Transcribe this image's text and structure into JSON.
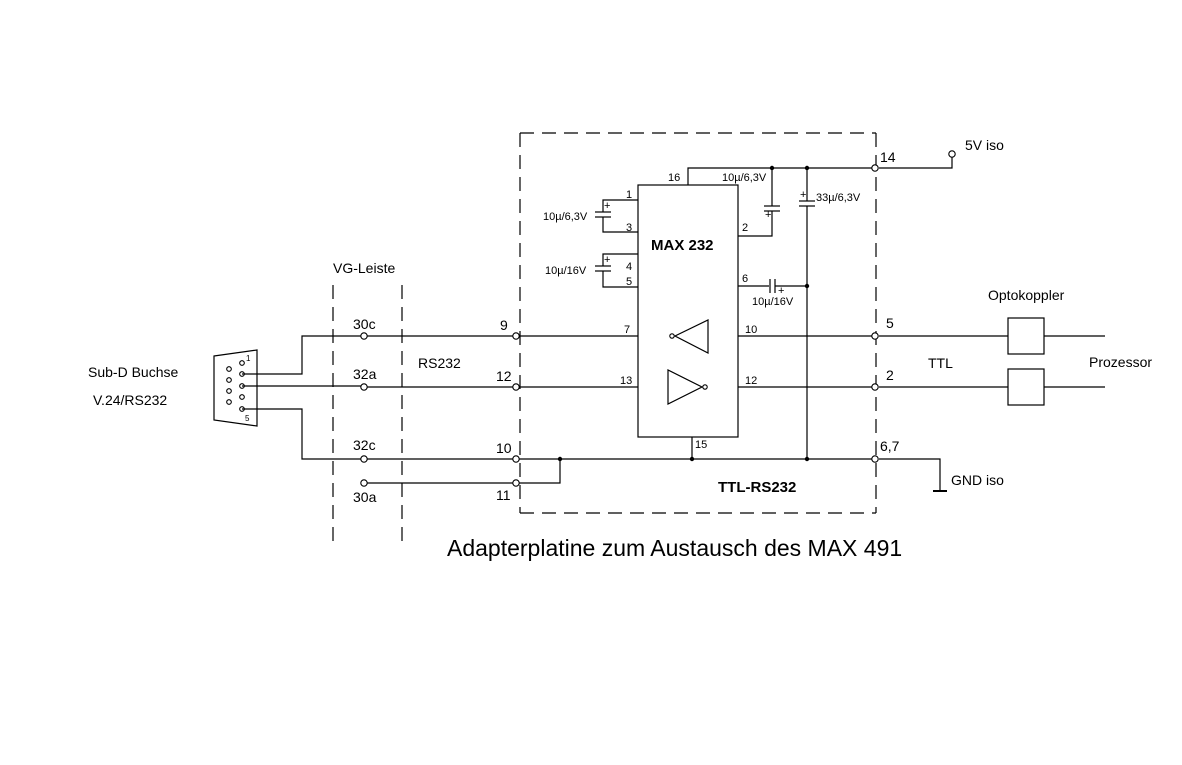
{
  "labels": {
    "supply": "5V iso",
    "ground": "GND iso",
    "connector_bar": "VG-Leiste",
    "subd_line1": "Sub-D Buchse",
    "subd_line2": "V.24/RS232",
    "rs232": "RS232",
    "ttl": "TTL",
    "optocoupler": "Optokoppler",
    "processor": "Prozessor",
    "board": "TTL-RS232",
    "caption": "Adapterplatine zum Austausch des MAX 491"
  },
  "ic": {
    "name": "MAX 232",
    "pins": {
      "p1": "1",
      "p2": "2",
      "p3": "3",
      "p4": "4",
      "p5": "5",
      "p6": "6",
      "p7": "7",
      "p10": "10",
      "p12": "12",
      "p13": "13",
      "p15": "15",
      "p16": "16"
    }
  },
  "caps": {
    "c1": "10µ/6,3V",
    "c2": "10µ/16V",
    "c3": "10µ/6,3V",
    "c4": "33µ/6,3V",
    "c5": "10µ/16V"
  },
  "vg_pins": {
    "a": "30c",
    "b": "32a",
    "c": "32c",
    "d": "30a"
  },
  "board_pins": {
    "left_a": "9",
    "left_b": "12",
    "left_c": "10",
    "left_d": "11",
    "right_top": "14",
    "right_a": "5",
    "right_b": "2",
    "right_c": "6,7"
  },
  "subd_pins": {
    "top": "1",
    "bottom": "5"
  }
}
